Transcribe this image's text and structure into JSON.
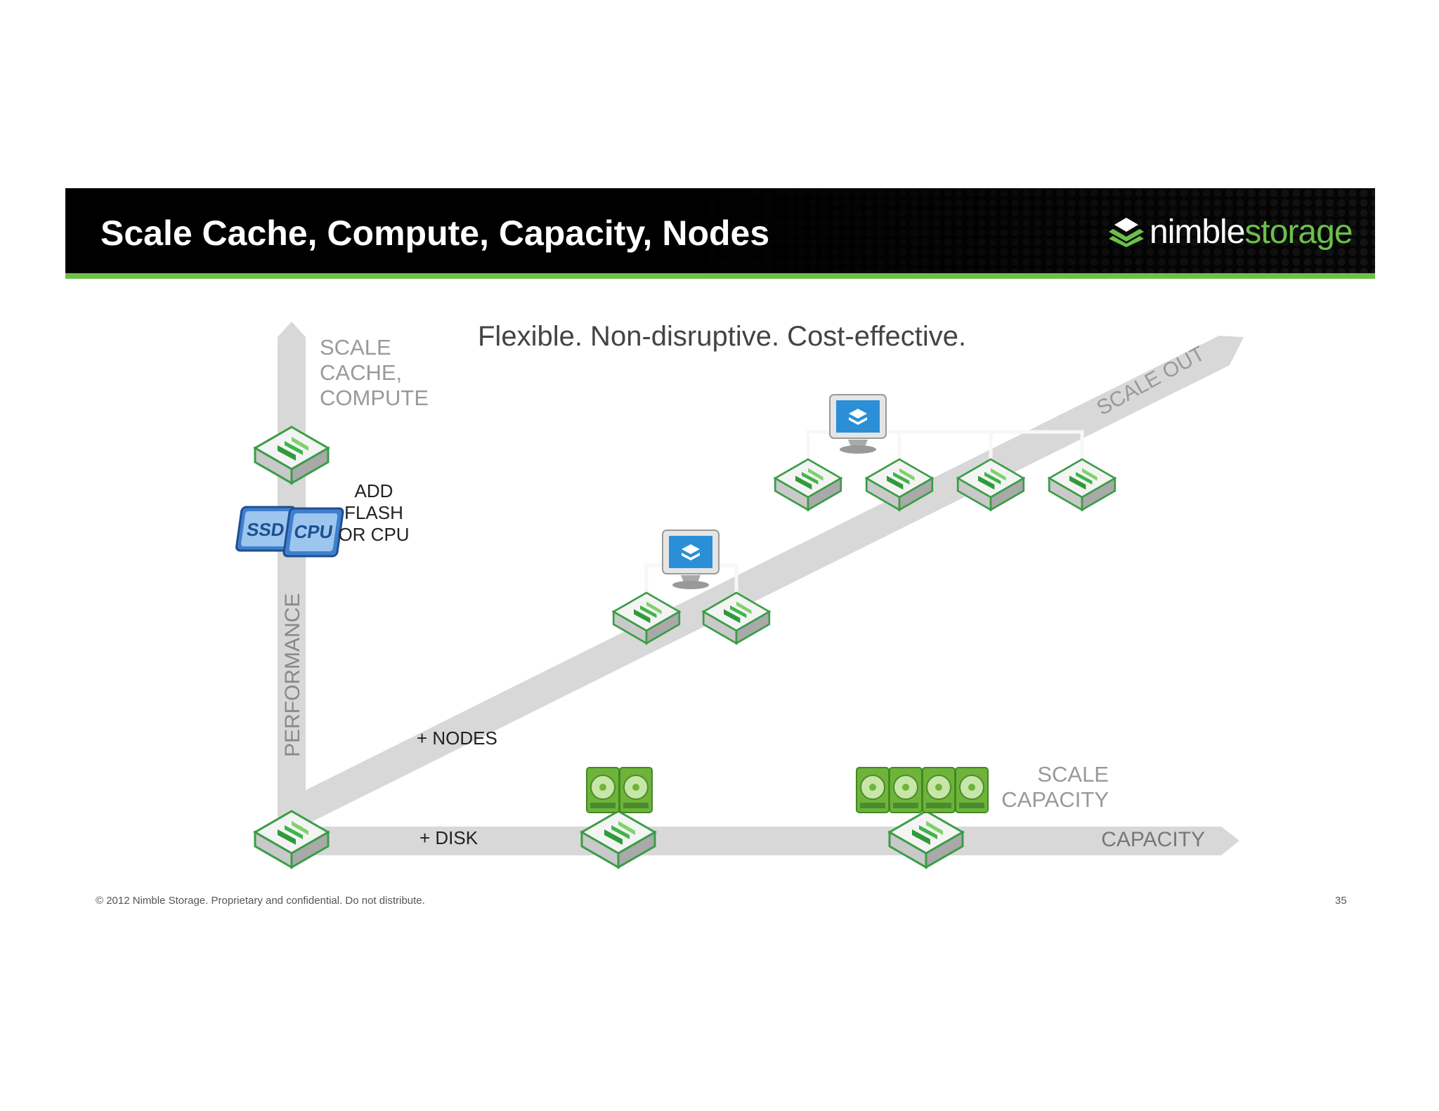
{
  "slide": {
    "title": "Scale Cache, Compute, Capacity, Nodes",
    "subtitle": "Flexible. Non-disruptive. Cost-effective.",
    "footer": "© 2012 Nimble Storage. Proprietary and confidential. Do not distribute.",
    "page_number": "35"
  },
  "logo": {
    "part1": "nimble",
    "part2": "storage"
  },
  "labels": {
    "scale_up_1": "SCALE",
    "scale_up_2": "CACHE,",
    "scale_up_3": "COMPUTE",
    "add_1": "ADD",
    "add_2": "FLASH",
    "add_3": "OR CPU",
    "ssd": "SSD",
    "cpu": "CPU",
    "performance": "PERFORMANCE",
    "nodes": "+ NODES",
    "disk": "+ DISK",
    "scale_out": "SCALE OUT",
    "scale_capacity_1": "SCALE",
    "scale_capacity_2": "CAPACITY",
    "capacity": "CAPACITY"
  },
  "colors": {
    "accent_green": "#6cc04a",
    "arrow_gray": "#d8d8d8",
    "label_gray": "#999999",
    "monitor_blue": "#2a8fd6"
  }
}
